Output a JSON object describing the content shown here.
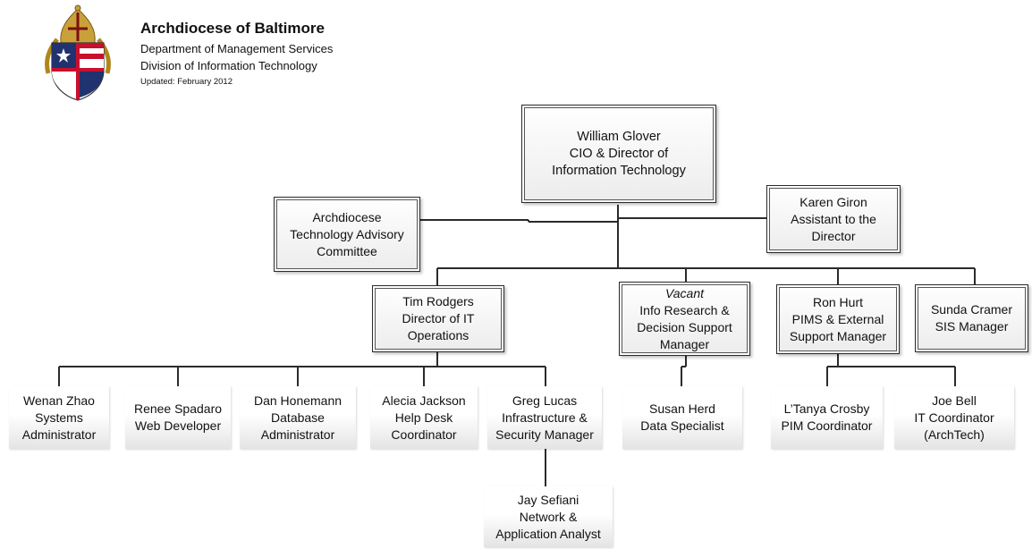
{
  "header": {
    "title": "Archdiocese of Baltimore",
    "department": "Department of Management Services",
    "division": "Division of Information Technology",
    "updated": "Updated: February 2012"
  },
  "colors": {
    "line": "#2b2b2b",
    "box_border": "#2a2a2a",
    "shield_blue": "#20336e",
    "shield_red": "#c8102e",
    "gold": "#c9a13b"
  },
  "org": {
    "cio": [
      "William Glover",
      "CIO & Director of",
      "Information Technology"
    ],
    "committee": [
      "Archdiocese",
      "Technology Advisory",
      "Committee"
    ],
    "assistant": [
      "Karen Giron",
      "Assistant to the",
      "Director"
    ],
    "it_ops": [
      "Tim Rodgers",
      "Director of IT",
      "Operations"
    ],
    "info_research": {
      "status": "Vacant",
      "lines": [
        "Info Research &",
        "Decision Support",
        "Manager"
      ]
    },
    "pims": [
      "Ron Hurt",
      "PIMS & External",
      "Support Manager"
    ],
    "sis": [
      "Sunda Cramer",
      "SIS Manager"
    ],
    "wenan": [
      "Wenan Zhao",
      "Systems",
      "Administrator"
    ],
    "renee": [
      "Renee Spadaro",
      "Web Developer"
    ],
    "dan": [
      "Dan Honemann",
      "Database",
      "Administrator"
    ],
    "alecia": [
      "Alecia Jackson",
      "Help Desk",
      "Coordinator"
    ],
    "greg": [
      "Greg Lucas",
      "Infrastructure &",
      "Security Manager"
    ],
    "susan": [
      "Susan Herd",
      "Data Specialist"
    ],
    "ltanya": [
      "L’Tanya Crosby",
      "PIM Coordinator"
    ],
    "joe": [
      "Joe Bell",
      "IT Coordinator",
      "(ArchTech)"
    ],
    "jay": [
      "Jay Sefiani",
      "Network &",
      "Application Analyst"
    ]
  }
}
